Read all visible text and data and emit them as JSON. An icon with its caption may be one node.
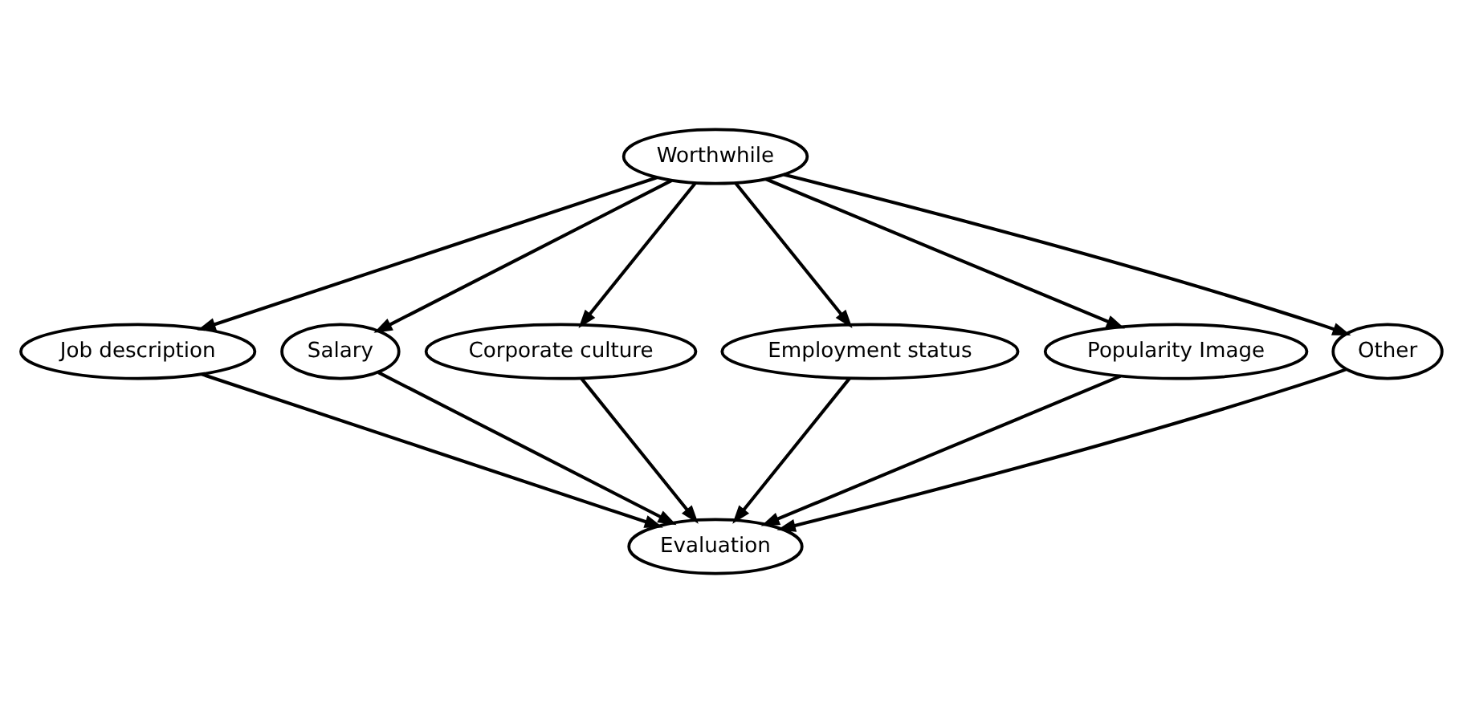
{
  "diagram": {
    "nodes": [
      {
        "text": [
          "Worthwhile"
        ]
      },
      {
        "text": [
          "Job description"
        ]
      },
      {
        "text": [
          "Salary"
        ]
      },
      {
        "text": [
          "Corporate culture"
        ]
      },
      {
        "text": [
          "Employment status"
        ]
      },
      {
        "text": [
          "Popularity Image"
        ]
      },
      {
        "text": [
          "Other"
        ]
      },
      {
        "text": [
          "Evaluation"
        ]
      }
    ],
    "edges": [
      {
        "from": 0,
        "to": 1,
        "arrow": "to"
      },
      {
        "from": 0,
        "to": 2,
        "arrow": "to"
      },
      {
        "from": 0,
        "to": 3,
        "arrow": "to"
      },
      {
        "from": 0,
        "to": 4,
        "arrow": "to"
      },
      {
        "from": 0,
        "to": 5,
        "arrow": "to"
      },
      {
        "from": 0,
        "to": 6,
        "arrow": "to"
      },
      {
        "from": 1,
        "to": 7,
        "arrow": "to"
      },
      {
        "from": 2,
        "to": 7,
        "arrow": "to"
      },
      {
        "from": 3,
        "to": 7,
        "arrow": "to"
      },
      {
        "from": 4,
        "to": 7,
        "arrow": "to"
      },
      {
        "from": 5,
        "to": 7,
        "arrow": "to"
      },
      {
        "from": 6,
        "to": 7,
        "arrow": "to"
      }
    ]
  }
}
